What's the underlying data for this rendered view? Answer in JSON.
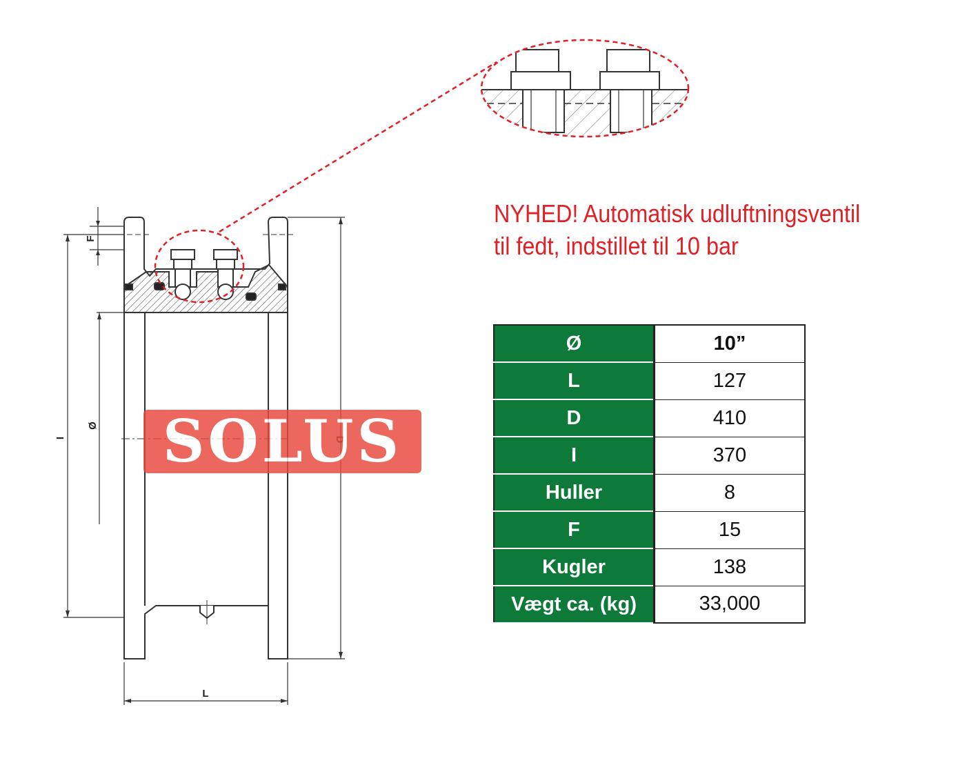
{
  "headline": {
    "line1": "NYHED! Automatisk udluftningsventil",
    "line2": "til fedt, indstillet til 10 bar"
  },
  "drawing_labels": {
    "f": "F",
    "i": "I",
    "diameter": "Ø",
    "d": "D",
    "l": "L"
  },
  "watermark": {
    "text": "SOLUS"
  },
  "spec_table": [
    {
      "key": "Ø",
      "value": "10”"
    },
    {
      "key": "L",
      "value": "127"
    },
    {
      "key": "D",
      "value": "410"
    },
    {
      "key": "I",
      "value": "370"
    },
    {
      "key": "Huller",
      "value": "8"
    },
    {
      "key": "F",
      "value": "15"
    },
    {
      "key": "Kugler",
      "value": "138"
    },
    {
      "key": "Vægt ca. (kg)",
      "value": "33,000"
    }
  ],
  "colors": {
    "accent_red": "#e11f26",
    "table_green": "#0e7a3a",
    "watermark_red": "#e8483c"
  }
}
